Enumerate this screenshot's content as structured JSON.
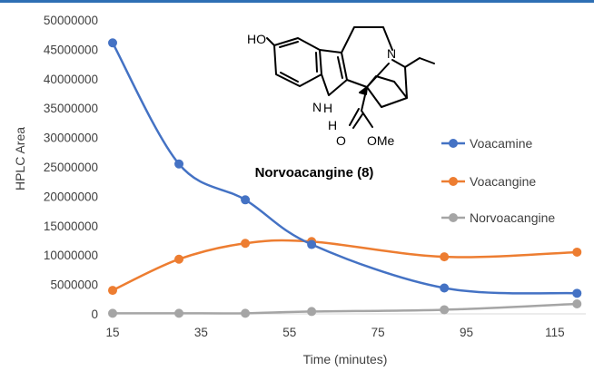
{
  "chart_data": {
    "type": "line",
    "title": "",
    "xlabel": "Time (minutes)",
    "ylabel": "HPLC Area",
    "xlim": [
      15,
      122
    ],
    "ylim": [
      0,
      50000000
    ],
    "x_ticks": [
      "15",
      "35",
      "55",
      "75",
      "95",
      "115"
    ],
    "x_tick_values": [
      15,
      35,
      55,
      75,
      95,
      115
    ],
    "y_ticks": [
      "0",
      "5000000",
      "10000000",
      "15000000",
      "20000000",
      "25000000",
      "30000000",
      "35000000",
      "40000000",
      "45000000",
      "50000000"
    ],
    "y_tick_values": [
      0,
      5000000,
      10000000,
      15000000,
      20000000,
      25000000,
      30000000,
      35000000,
      40000000,
      45000000,
      50000000
    ],
    "grid": false,
    "legend_position": "right",
    "x": [
      15,
      30,
      45,
      60,
      90,
      120
    ],
    "series": [
      {
        "name": "Voacamine",
        "color": "#4472c4",
        "values": [
          46100000,
          25500000,
          19400000,
          11800000,
          4400000,
          3500000
        ]
      },
      {
        "name": "Voacangine",
        "color": "#ed7d31",
        "values": [
          4000000,
          9300000,
          12000000,
          12300000,
          9700000,
          10500000
        ]
      },
      {
        "name": "Norvoacangine",
        "color": "#a5a5a5",
        "values": [
          100000,
          100000,
          100000,
          400000,
          700000,
          1700000
        ]
      }
    ],
    "annotation": {
      "compound_name": "Norvoacangine (8)",
      "labels": {
        "ho": "HO",
        "n": "N",
        "nh_n": "N",
        "nh_h": "H",
        "h": "H",
        "o": "O",
        "ome": "OMe"
      }
    }
  }
}
